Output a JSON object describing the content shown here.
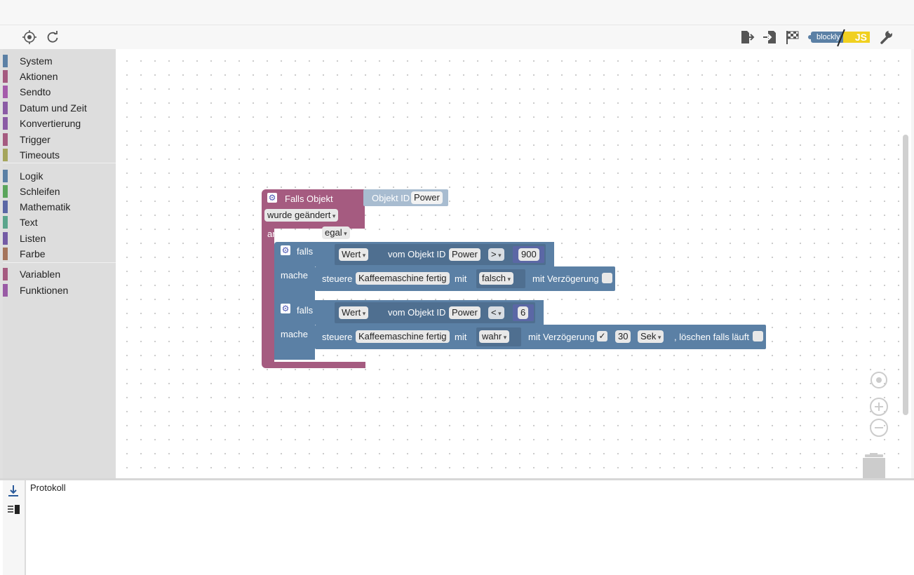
{
  "toolbar": {
    "icons": [
      "crosshair-icon",
      "refresh-icon",
      "export-icon",
      "import-icon",
      "flag-icon",
      "blockly-js-toggle",
      "wrench-icon"
    ],
    "blockly_label": "blockly",
    "js_label": "JS"
  },
  "toolbox": {
    "groups": [
      [
        {
          "label": "System",
          "color": "#5b80a5"
        },
        {
          "label": "Aktionen",
          "color": "#a55b80"
        },
        {
          "label": "Sendto",
          "color": "#a55bab"
        },
        {
          "label": "Datum und Zeit",
          "color": "#8b5ba5"
        },
        {
          "label": "Konvertierung",
          "color": "#8b5ba5"
        },
        {
          "label": "Trigger",
          "color": "#a55b80"
        },
        {
          "label": "Timeouts",
          "color": "#a5a55b"
        }
      ],
      [
        {
          "label": "Logik",
          "color": "#5b80a5"
        },
        {
          "label": "Schleifen",
          "color": "#5ba55b"
        },
        {
          "label": "Mathematik",
          "color": "#5b67a5"
        },
        {
          "label": "Text",
          "color": "#5ba58c"
        },
        {
          "label": "Listen",
          "color": "#745ba5"
        },
        {
          "label": "Farbe",
          "color": "#a5745b"
        }
      ],
      [
        {
          "label": "Variablen",
          "color": "#a55b80"
        },
        {
          "label": "Funktionen",
          "color": "#995ba5"
        }
      ]
    ]
  },
  "blocks": {
    "trigger": {
      "title": "Falls Objekt",
      "objekt_id_label": "Objekt ID",
      "objekt_id_value": "Power",
      "changed": "wurde geändert",
      "ack_label": "anerkannt ist",
      "ack_value": "egal"
    },
    "if1": {
      "falls": "falls",
      "mache": "mache",
      "wert": "Wert",
      "vom_objekt": "vom Objekt ID",
      "obj": "Power",
      "op": ">",
      "num": "900",
      "steuere": "steuere",
      "target": "Kaffeemaschine fertig",
      "mit": "mit",
      "value": "falsch",
      "delay_label": "mit Verzögerung"
    },
    "if2": {
      "falls": "falls",
      "mache": "mache",
      "wert": "Wert",
      "vom_objekt": "vom Objekt ID",
      "obj": "Power",
      "op": "<",
      "num": "6",
      "steuere": "steuere",
      "target": "Kaffeemaschine fertig",
      "mit": "mit",
      "value": "wahr",
      "delay_label": "mit Verzögerung",
      "delay_checked": "✓",
      "delay_num": "30",
      "unit": "Sek",
      "clear_label": ", löschen falls läuft"
    }
  },
  "log": {
    "title": "Protokoll",
    "icons": [
      "scroll-down-icon",
      "log-list-icon"
    ]
  }
}
